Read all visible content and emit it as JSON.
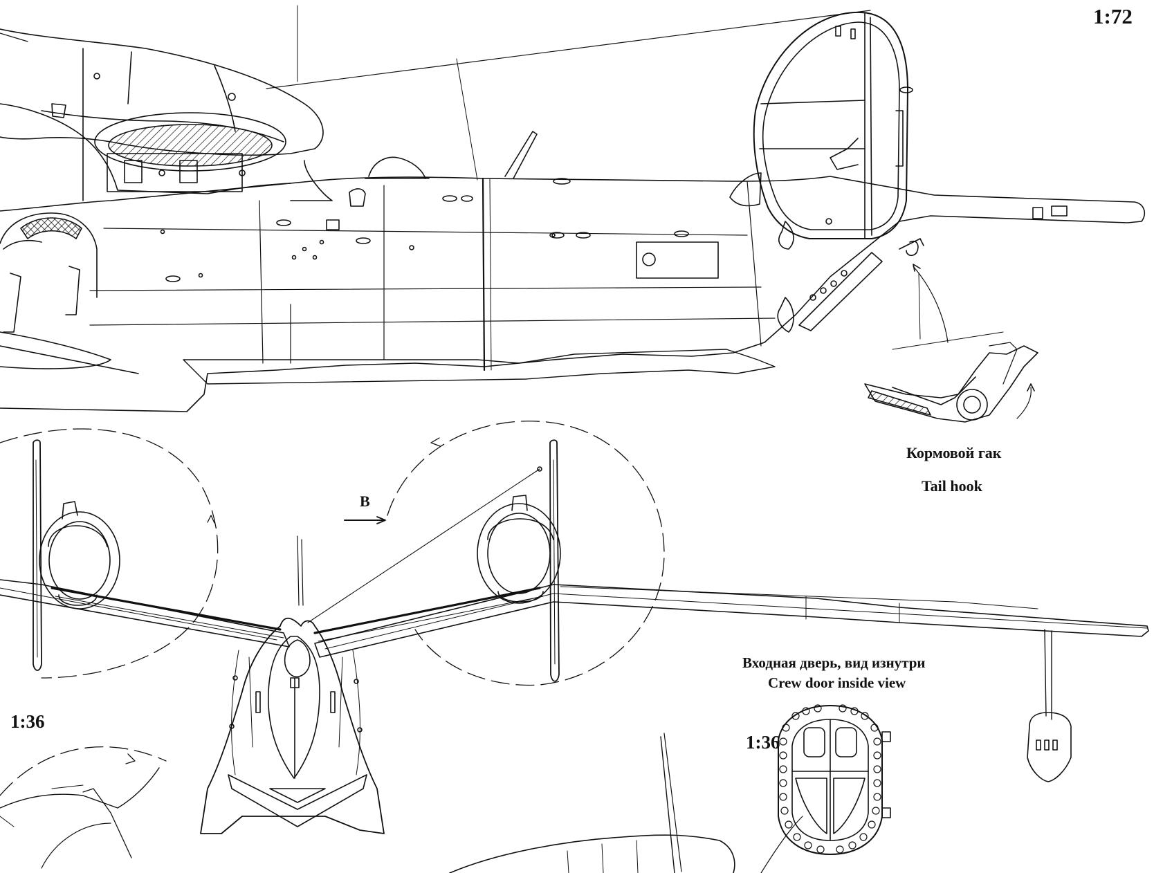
{
  "labels": {
    "scale_main": "1:72",
    "scale_front": "1:36",
    "scale_door": "1:36",
    "tail_hook_ru": "Кормовой гак",
    "tail_hook_en": "Tail hook",
    "crew_door_ru": "Входная дверь, вид изнутри",
    "crew_door_en": "Crew door inside view",
    "view_marker": "B"
  }
}
